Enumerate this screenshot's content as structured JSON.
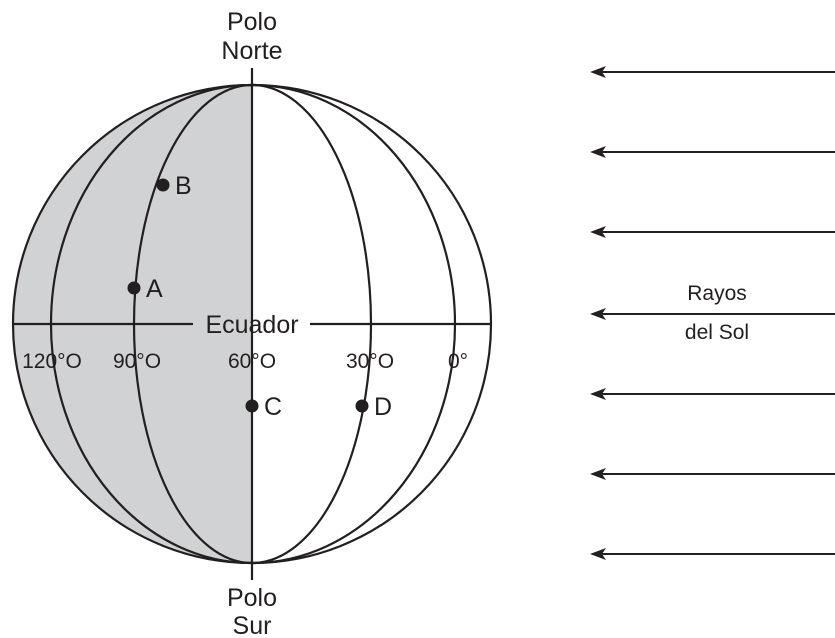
{
  "poles": {
    "north": [
      "Polo",
      "Norte"
    ],
    "south": [
      "Polo",
      "Sur"
    ]
  },
  "equator_label": "Ecuador",
  "longitudes": [
    "120°O",
    "90°O",
    "60°O",
    "30°O",
    "0°"
  ],
  "points": {
    "A": "A",
    "B": "B",
    "C": "C",
    "D": "D"
  },
  "sun_rays_label": [
    "Rayos",
    "del Sol"
  ],
  "colors": {
    "night_shade": "#d1d2d4",
    "lines": "#231f20",
    "background": "#ffffff"
  }
}
